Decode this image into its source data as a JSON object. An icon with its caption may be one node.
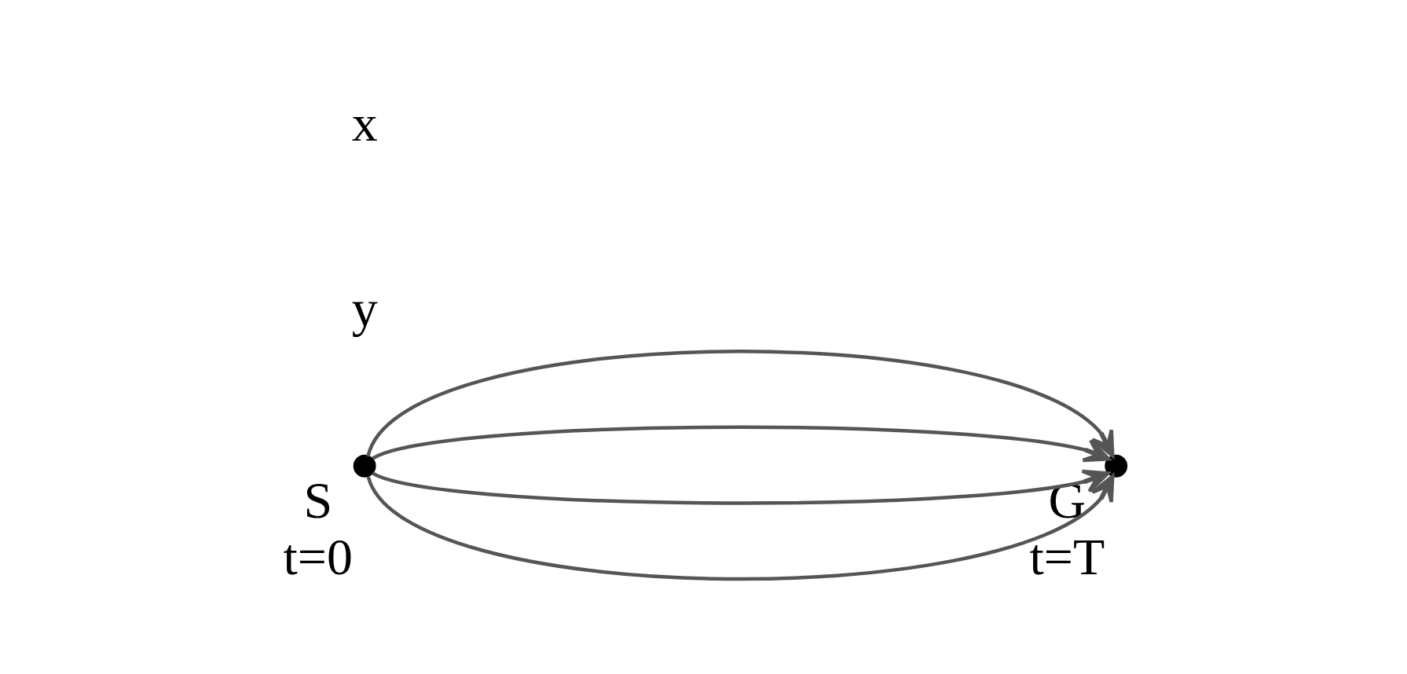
{
  "diagram": {
    "nodes": [
      {
        "text": [],
        "shape": "circle",
        "beside": [
          "S",
          "t=0"
        ]
      },
      {
        "text": [],
        "shape": "circle",
        "beside": [
          "G",
          "t=T"
        ]
      }
    ],
    "edges": [
      {
        "from": 0,
        "to": 1,
        "arrow": "to"
      },
      {
        "from": 0,
        "to": 1,
        "arrow": "to"
      },
      {
        "from": 0,
        "to": 1,
        "arrow": "to"
      },
      {
        "from": 0,
        "to": 1,
        "arrow": "to"
      }
    ],
    "labels": [
      "y",
      "x"
    ]
  }
}
